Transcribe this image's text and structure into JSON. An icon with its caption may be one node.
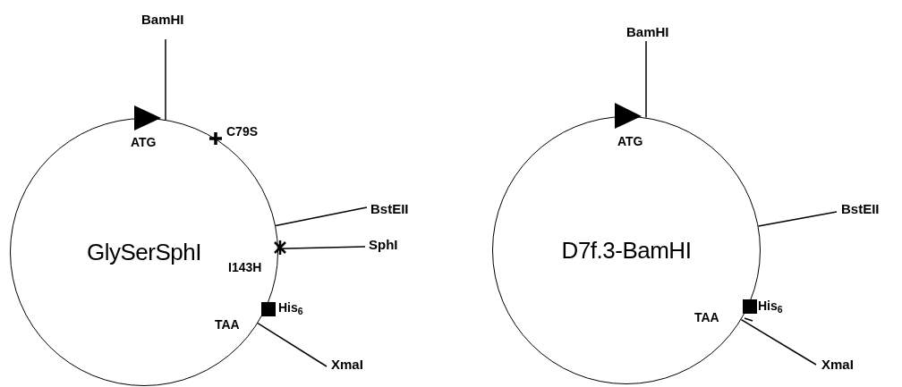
{
  "diagram": {
    "nodes": [
      {
        "text": [
          "GlySerSphI"
        ]
      },
      {
        "text": [
          "BamHI"
        ]
      },
      {
        "text": [
          "BstEII"
        ]
      },
      {
        "text": [
          "SphI"
        ]
      },
      {
        "text": [
          "XmaI"
        ]
      },
      {
        "text": [
          "D7f.3-BamHI"
        ]
      },
      {
        "text": [
          "BamHI"
        ]
      },
      {
        "text": [
          "BstEII"
        ]
      },
      {
        "text": [
          "XmaI"
        ]
      }
    ],
    "edges": [
      {
        "from": 1,
        "to": 0,
        "arrow": "none"
      },
      {
        "from": 2,
        "to": 0,
        "arrow": "none"
      },
      {
        "from": 3,
        "to": 0,
        "arrow": "none"
      },
      {
        "from": 4,
        "to": 0,
        "arrow": "none"
      },
      {
        "from": 6,
        "to": 5,
        "arrow": "none"
      },
      {
        "from": 7,
        "to": 5,
        "arrow": "none"
      },
      {
        "from": 8,
        "to": 5,
        "arrow": "none"
      }
    ],
    "labels": [
      "ATG",
      "C79S",
      "I143H",
      "His$_{6}$",
      "TAA",
      "ATG",
      "His$_{6}$",
      "TAA"
    ]
  }
}
